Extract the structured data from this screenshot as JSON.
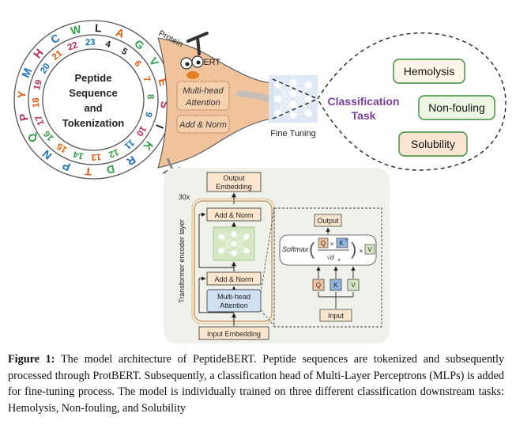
{
  "ring": {
    "center_text": [
      "Peptide",
      "Sequence",
      "and",
      "Tokenization"
    ],
    "outer_letters": [
      "W",
      "L",
      "A",
      "G",
      "V",
      "E",
      "S",
      "I",
      "K",
      "R",
      "D",
      "T",
      "P",
      "N",
      "Q",
      "P",
      "Y",
      "M",
      "H",
      "C"
    ],
    "outer_colors": [
      "#2f9e44",
      "#222222",
      "#e8590c",
      "#2f9e44",
      "#2f9e44",
      "#e8590c",
      "#c2255c",
      "#222222",
      "#2f9e44",
      "#1971c2",
      "#2f9e44",
      "#e8590c",
      "#1971c2",
      "#1971c2",
      "#2f9e44",
      "#c2255c",
      "#e8590c",
      "#1971c2",
      "#c2255c",
      "#1971c2"
    ],
    "inner_numbers": [
      "4",
      "5",
      "6",
      "7",
      "8",
      "9",
      "10",
      "11",
      "12",
      "13",
      "14",
      "15",
      "16",
      "17",
      "18",
      "19",
      "20",
      "21",
      "22",
      "23"
    ],
    "inner_colors": [
      "#222222",
      "#222222",
      "#e8590c",
      "#e8590c",
      "#2f9e44",
      "#1971c2",
      "#c2255c",
      "#1971c2",
      "#2f9e44",
      "#e8590c",
      "#2f9e44",
      "#e8590c",
      "#2f9e44",
      "#c2255c",
      "#e8590c",
      "#c2255c",
      "#1971c2",
      "#e8590c",
      "#c2255c",
      "#1971c2"
    ]
  },
  "protbert": {
    "protein_label": "Protein",
    "bert_label": "BERT",
    "attention_label": [
      "Multi-head",
      "Attention"
    ],
    "addnorm_label": "Add & Norm"
  },
  "finetune_label": "Fine Tuning",
  "classification": {
    "title": [
      "Classification",
      "Task"
    ],
    "tasks": [
      "Hemolysis",
      "Non-fouling",
      "Solubility"
    ]
  },
  "encoder": {
    "output_embedding": [
      "Output",
      "Embedding"
    ],
    "repeat": "30x",
    "layer_label": "Transformer encoder layer",
    "addnorm_top": "Add & Norm",
    "addnorm_bottom": "Add & Norm",
    "attention": [
      "Multi-head",
      "Attention"
    ],
    "input_embedding": "Input Embedding"
  },
  "attention_detail": {
    "output": "Output",
    "softmax": "Softmax",
    "q": "Q",
    "k": "K",
    "v": "V",
    "kt": "K",
    "kt_sup": "T",
    "sqrt_dk": "√d",
    "dk_sub": "k",
    "times": "×",
    "input": "Input"
  },
  "colors": {
    "orange_box": "#fbe5cc",
    "orange_border": "#d08c4a",
    "blue_box": "#cfe0f3",
    "green_box": "#d5e8c4",
    "panel_bg": "#eef2ea",
    "purple": "#7b3fa0"
  },
  "caption": {
    "label": "Figure 1:",
    "text": "The model architecture of PeptideBERT. Peptide sequences are tokenized and subsequently processed through ProtBERT. Subsequently, a classification head of Multi-Layer Perceptrons (MLPs) is added for fine-tuning process. The model is individually trained on three different classification downstream tasks: Hemolysis, Non-fouling, and Solubility"
  }
}
